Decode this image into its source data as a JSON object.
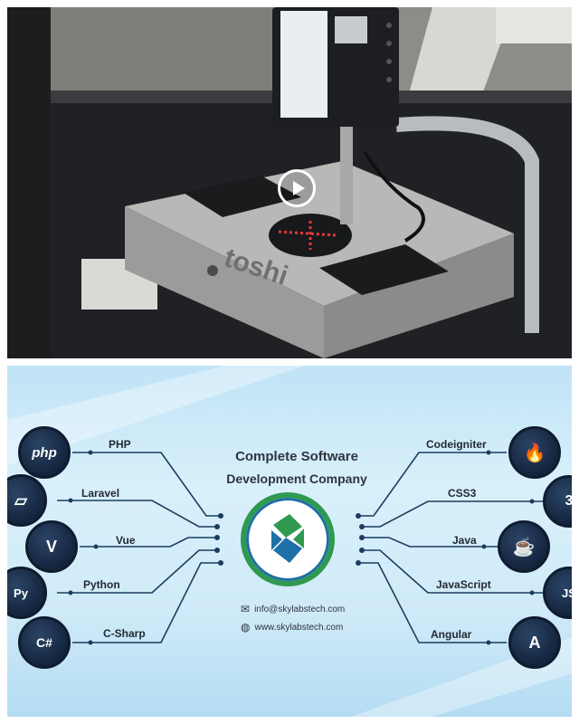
{
  "video": {
    "play_button_label": "Play video",
    "brand_text": "toshi"
  },
  "banner": {
    "title_line1": "Complete Software",
    "title_line2": "Development Company",
    "email": "info@skylabstech.com",
    "website": "www.skylabstech.com",
    "left_techs": [
      {
        "label": "PHP",
        "icon": "php-icon",
        "glyph": "php"
      },
      {
        "label": "Laravel",
        "icon": "laravel-icon",
        "glyph": "▱"
      },
      {
        "label": "Vue",
        "icon": "vue-icon",
        "glyph": "V"
      },
      {
        "label": "Python",
        "icon": "python-icon",
        "glyph": "Py"
      },
      {
        "label": "C-Sharp",
        "icon": "csharp-icon",
        "glyph": "C#"
      }
    ],
    "right_techs": [
      {
        "label": "Codeigniter",
        "icon": "codeigniter-icon",
        "glyph": "🔥"
      },
      {
        "label": "CSS3",
        "icon": "css3-icon",
        "glyph": "3"
      },
      {
        "label": "Java",
        "icon": "java-icon",
        "glyph": "☕"
      },
      {
        "label": "JavaScript",
        "icon": "javascript-icon",
        "glyph": "JS"
      },
      {
        "label": "Angular",
        "icon": "angular-icon",
        "glyph": "A"
      }
    ]
  },
  "colors": {
    "accent_green": "#2f9a4f",
    "accent_blue": "#1f6fa8",
    "icon_navy": "#13243d"
  }
}
